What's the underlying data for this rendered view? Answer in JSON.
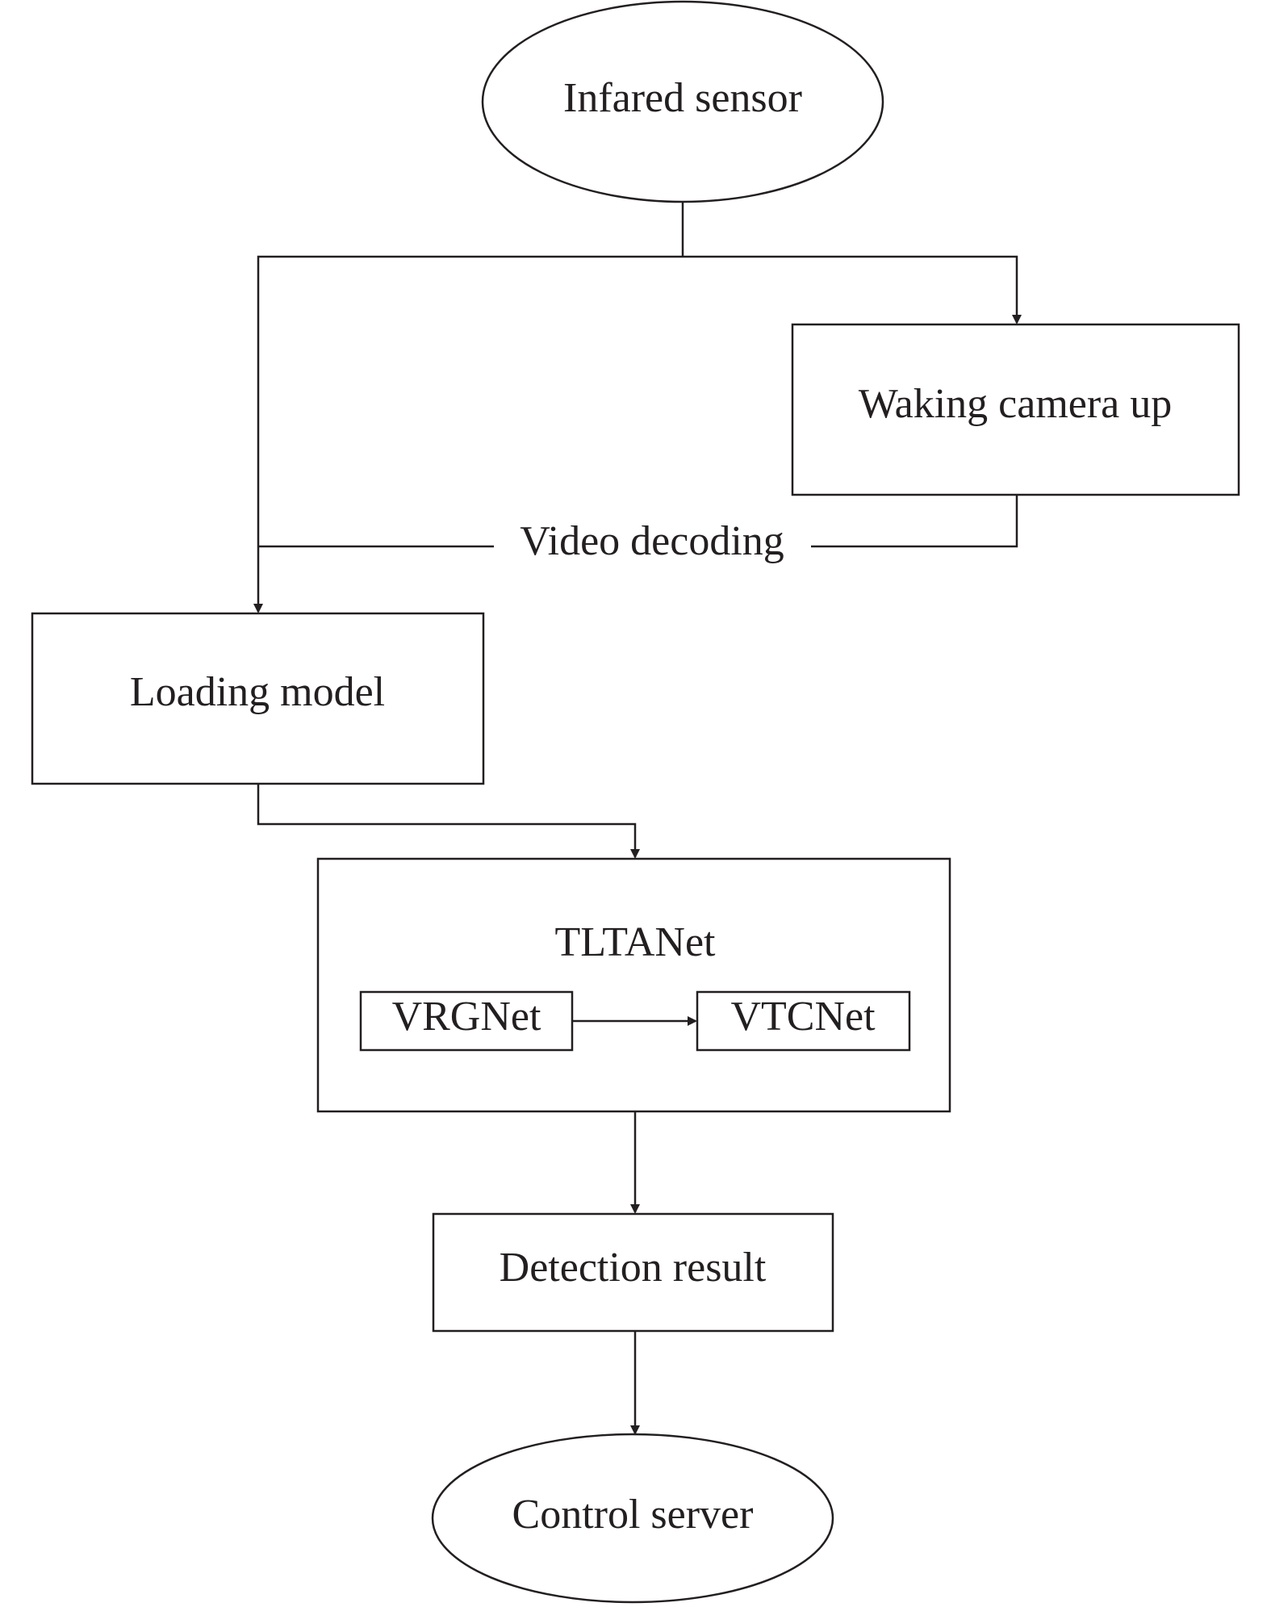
{
  "nodes": {
    "infrared_sensor": "Infared sensor",
    "waking_camera": "Waking camera up",
    "loading_model": "Loading model",
    "tltanet": "TLTANet",
    "vrgnet": "VRGNet",
    "vtcnet": "VTCNet",
    "detection_result": "Detection result",
    "control_server": "Control server"
  },
  "edges": {
    "video_decoding": "Video decoding"
  },
  "colors": {
    "stroke": "#231f20",
    "background": "#ffffff"
  }
}
